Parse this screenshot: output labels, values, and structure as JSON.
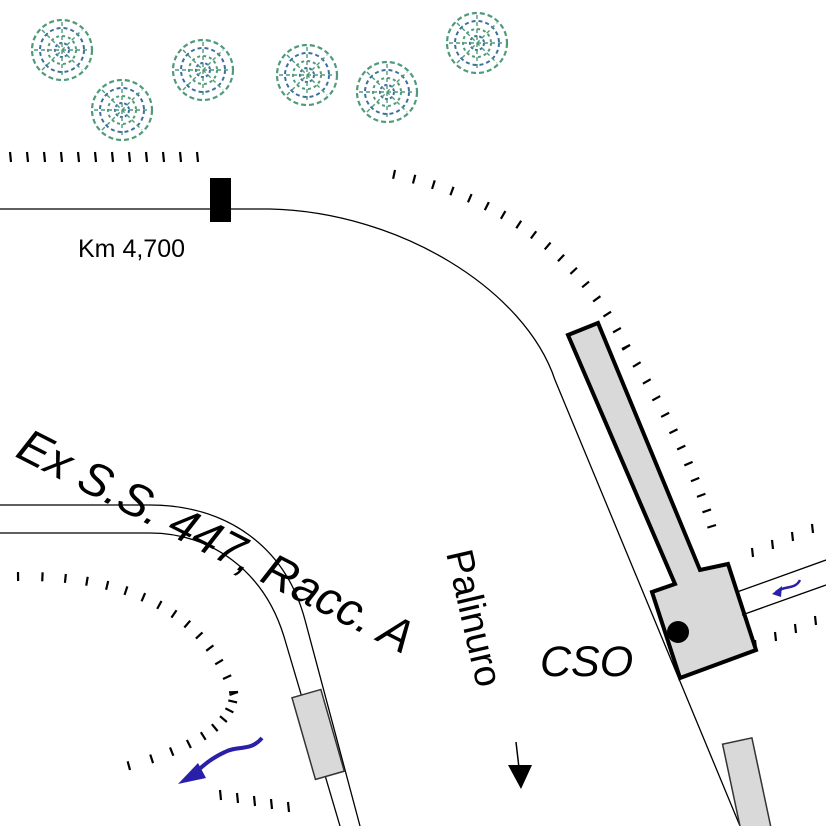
{
  "labels": {
    "km_marker": "Km 4,700",
    "road_name": "Ex S.S. 447, Racc. A",
    "direction": "Palinuro",
    "facility": "CSO"
  },
  "icons": {
    "trees": "tree-cluster-icon",
    "flow_arrow": "curved-flow-arrow-icon",
    "direction_arrow": "down-arrow-icon",
    "manhole": "manhole-dot-icon"
  },
  "colors": {
    "background": "#ffffff",
    "road_line": "#000000",
    "structure_fill": "#d9d9d9",
    "tree_green": "#4f9a7a",
    "tree_blue": "#3a6fa0",
    "flow_arrow": "#2a1fa8"
  }
}
